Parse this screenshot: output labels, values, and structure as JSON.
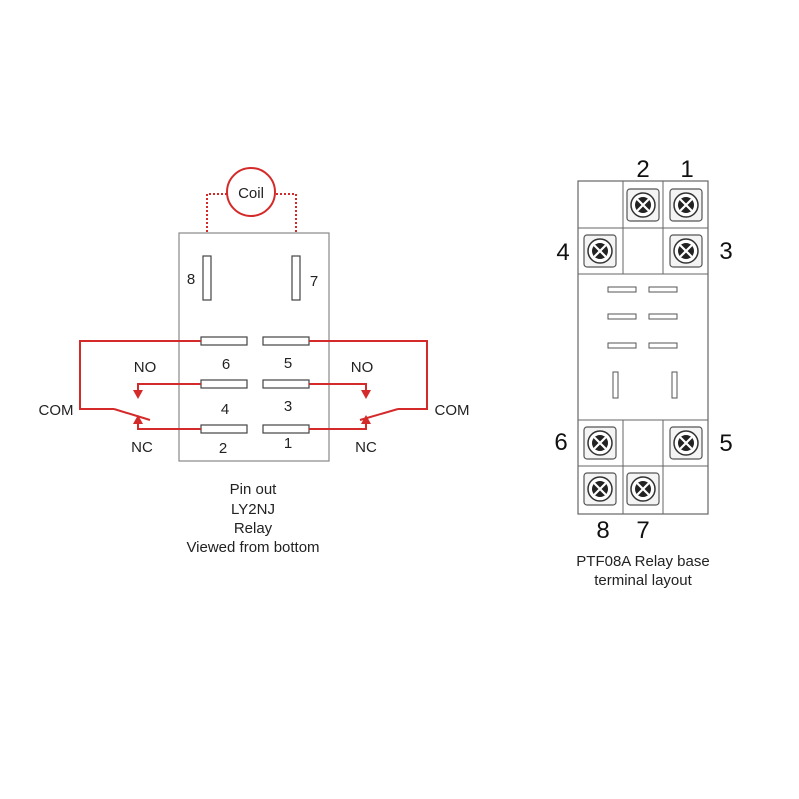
{
  "colors": {
    "wire": "#d42a2a",
    "outline": "#888888",
    "text": "#222222"
  },
  "relay": {
    "coil_label": "Coil",
    "coil_pins": {
      "left": "8",
      "right": "7"
    },
    "pins": {
      "p6": "6",
      "p5": "5",
      "p4": "4",
      "p3": "3",
      "p2": "2",
      "p1": "1"
    },
    "left": {
      "no": "NO",
      "com": "COM",
      "nc": "NC"
    },
    "right": {
      "no": "NO",
      "com": "COM",
      "nc": "NC"
    },
    "caption": [
      "Pin out",
      "LY2NJ",
      "Relay",
      "Viewed from bottom"
    ]
  },
  "base": {
    "terminal_labels": {
      "t2": "2",
      "t1": "1",
      "t4": "4",
      "t3": "3",
      "t6": "6",
      "t5": "5",
      "t8": "8",
      "t7": "7"
    },
    "caption": [
      "PTF08A Relay base",
      "terminal layout"
    ]
  }
}
